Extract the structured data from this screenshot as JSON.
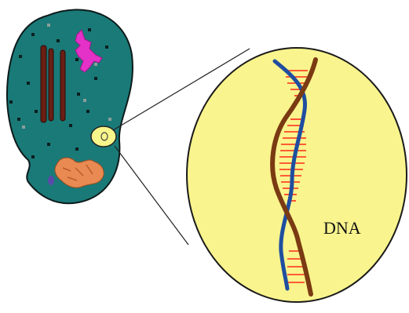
{
  "diagram": {
    "labels": {
      "dna": "DNA"
    },
    "parts": {
      "cell": "cell-illustration",
      "nucleus": "nucleus-circle",
      "magnified_view": "magnified-nucleus-circle",
      "helix": "dna-double-helix"
    },
    "colors": {
      "cell_fill": "#1a7a78",
      "cell_outline": "#0d1a1a",
      "nucleus_fill": "#f8f58a",
      "magnified_fill": "#f9f48d",
      "strand_brown": "#7a3a12",
      "strand_blue": "#1f4ea0",
      "base_pairs": "#ff2a1a",
      "organelle_magenta": "#e431c8",
      "organelle_orange": "#e88a52",
      "rods": "#6a1e14"
    }
  }
}
